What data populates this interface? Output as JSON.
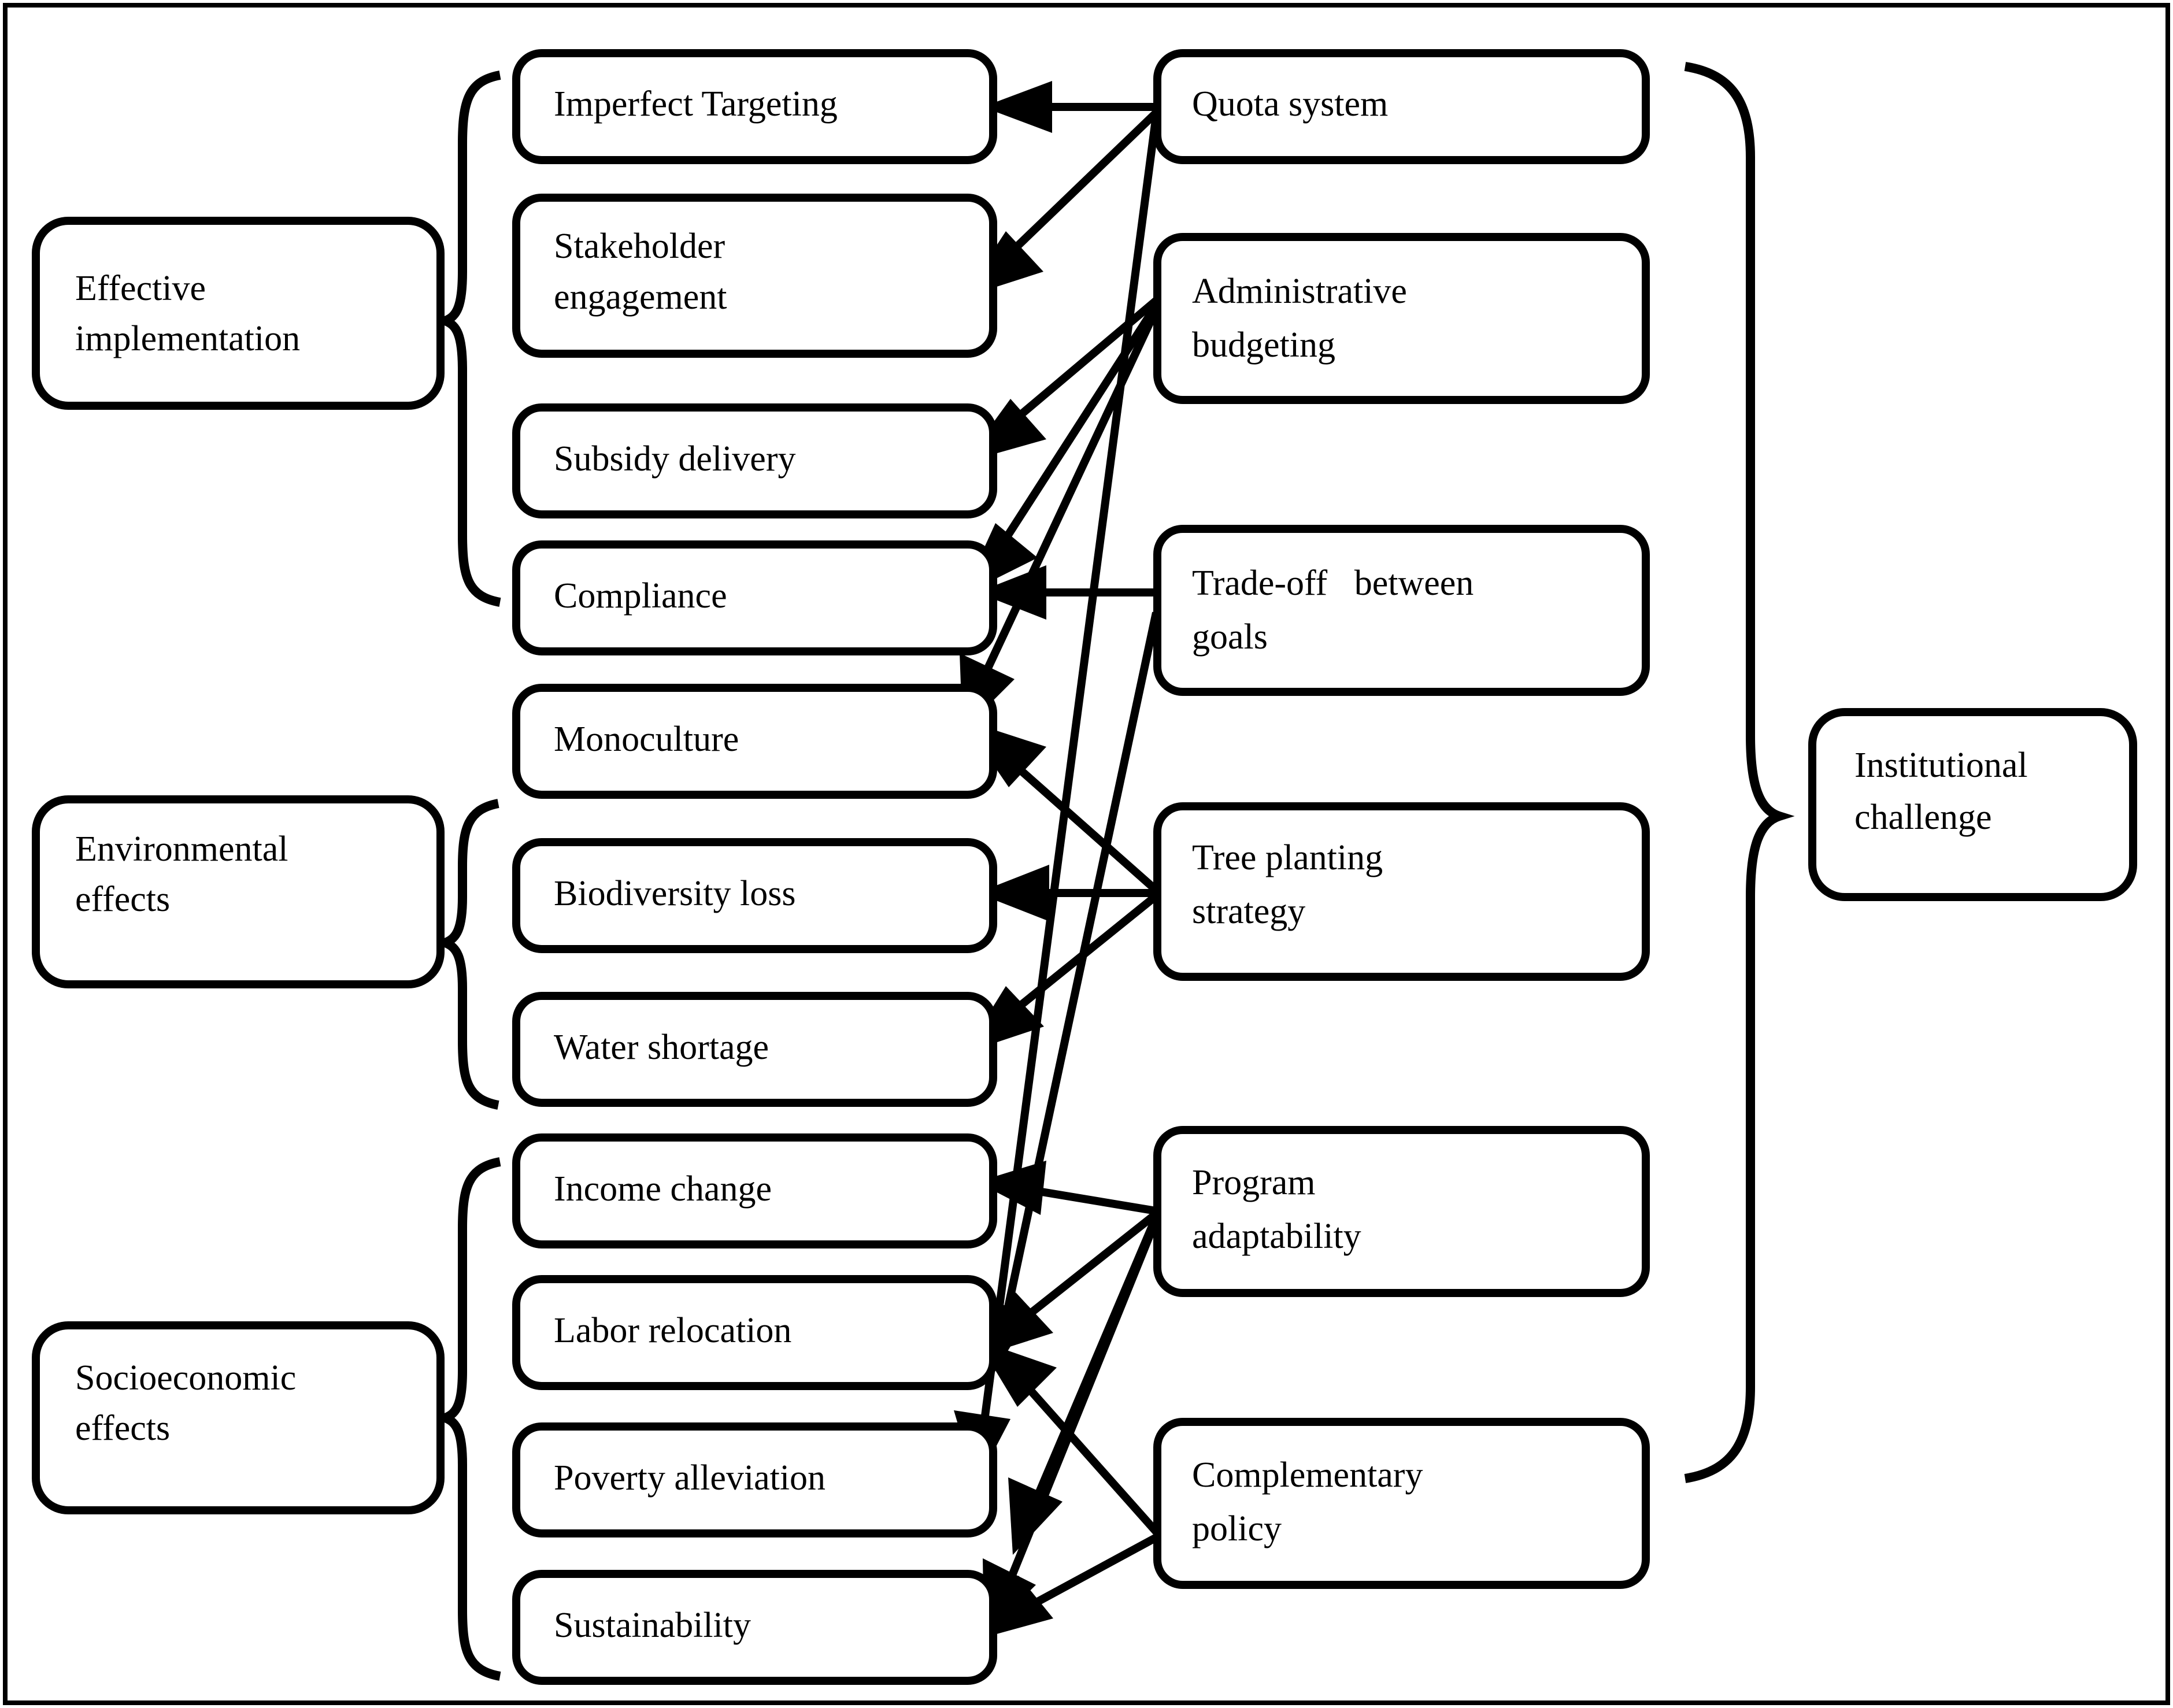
{
  "figure": {
    "title": "Institutional challenge framework diagram",
    "frame_color": "#000000",
    "box_fill": "#ffffff",
    "box_stroke": "#000000",
    "text_color": "#000000"
  },
  "categories": [
    {
      "id": "effective-implementation",
      "label_line1": "Effective",
      "label_line2": "implementation"
    },
    {
      "id": "environmental-effects",
      "label_line1": "Environmental",
      "label_line2": "effects"
    },
    {
      "id": "socioeconomic-effects",
      "label_line1": "Socioeconomic",
      "label_line2": "effects"
    }
  ],
  "outcomes": [
    {
      "id": "imperfect-targeting",
      "label_line1": "Imperfect Targeting",
      "label_line2": "",
      "group": "effective-implementation"
    },
    {
      "id": "stakeholder-engagement",
      "label_line1": "Stakeholder",
      "label_line2": "engagement",
      "group": "effective-implementation"
    },
    {
      "id": "subsidy-delivery",
      "label_line1": "Subsidy delivery",
      "label_line2": "",
      "group": "effective-implementation"
    },
    {
      "id": "compliance",
      "label_line1": "Compliance",
      "label_line2": "",
      "group": "effective-implementation"
    },
    {
      "id": "monoculture",
      "label_line1": "Monoculture",
      "label_line2": "",
      "group": "environmental-effects"
    },
    {
      "id": "biodiversity-loss",
      "label_line1": "Biodiversity loss",
      "label_line2": "",
      "group": "environmental-effects"
    },
    {
      "id": "water-shortage",
      "label_line1": "Water shortage",
      "label_line2": "",
      "group": "environmental-effects"
    },
    {
      "id": "income-change",
      "label_line1": "Income change",
      "label_line2": "",
      "group": "socioeconomic-effects"
    },
    {
      "id": "labor-relocation",
      "label_line1": "Labor relocation",
      "label_line2": "",
      "group": "socioeconomic-effects"
    },
    {
      "id": "poverty-alleviation",
      "label_line1": "Poverty alleviation",
      "label_line2": "",
      "group": "socioeconomic-effects"
    },
    {
      "id": "sustainability",
      "label_line1": "Sustainability",
      "label_line2": "",
      "group": "socioeconomic-effects"
    }
  ],
  "drivers": [
    {
      "id": "quota-system",
      "label_line1": "Quota system",
      "label_line2": ""
    },
    {
      "id": "administrative-budgeting",
      "label_line1": "Administrative",
      "label_line2": "budgeting"
    },
    {
      "id": "trade-off-between-goals",
      "label_line1": "Trade-off   between",
      "label_line2": "goals"
    },
    {
      "id": "tree-planting-strategy",
      "label_line1": "Tree planting",
      "label_line2": "strategy"
    },
    {
      "id": "program-adaptability",
      "label_line1": "Program",
      "label_line2": "adaptability"
    },
    {
      "id": "complementary-policy",
      "label_line1": "Complementary",
      "label_line2": "policy"
    }
  ],
  "summary": {
    "id": "institutional-challenge",
    "label_line1": "Institutional",
    "label_line2": "challenge"
  },
  "edges": [
    {
      "from": "quota-system",
      "to": "imperfect-targeting"
    },
    {
      "from": "quota-system",
      "to": "stakeholder-engagement"
    },
    {
      "from": "quota-system",
      "to": "poverty-alleviation"
    },
    {
      "from": "administrative-budgeting",
      "to": "subsidy-delivery"
    },
    {
      "from": "administrative-budgeting",
      "to": "compliance"
    },
    {
      "from": "administrative-budgeting",
      "to": "monoculture"
    },
    {
      "from": "trade-off-between-goals",
      "to": "compliance"
    },
    {
      "from": "trade-off-between-goals",
      "to": "labor-relocation"
    },
    {
      "from": "tree-planting-strategy",
      "to": "monoculture"
    },
    {
      "from": "tree-planting-strategy",
      "to": "biodiversity-loss"
    },
    {
      "from": "tree-planting-strategy",
      "to": "water-shortage"
    },
    {
      "from": "program-adaptability",
      "to": "income-change"
    },
    {
      "from": "program-adaptability",
      "to": "labor-relocation"
    },
    {
      "from": "program-adaptability",
      "to": "poverty-alleviation"
    },
    {
      "from": "program-adaptability",
      "to": "sustainability"
    },
    {
      "from": "complementary-policy",
      "to": "labor-relocation"
    },
    {
      "from": "complementary-policy",
      "to": "sustainability"
    }
  ]
}
